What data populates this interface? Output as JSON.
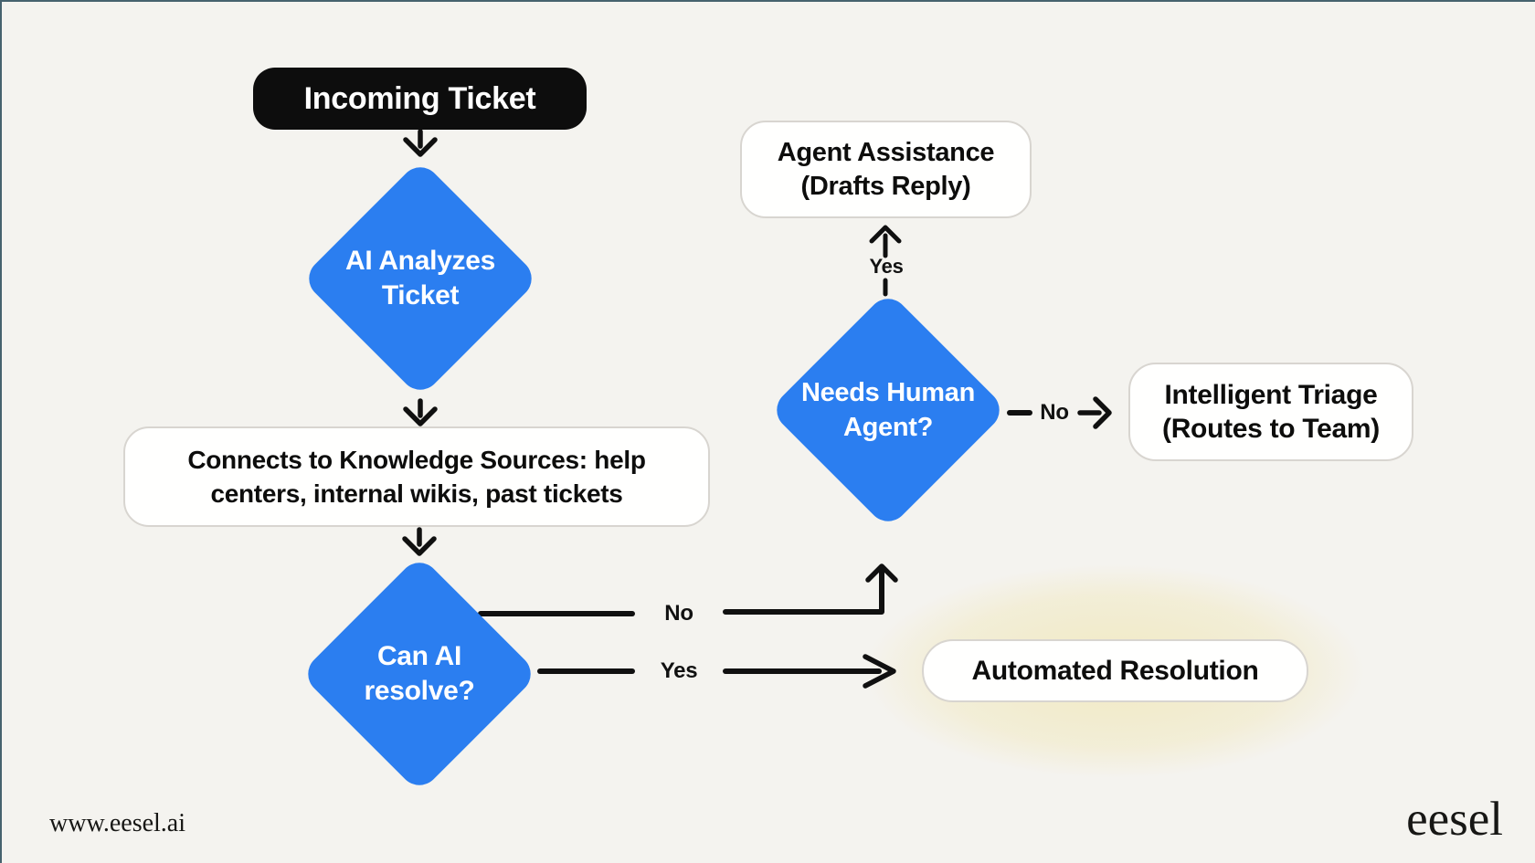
{
  "colors": {
    "background": "#f4f3ef",
    "node_blue": "#2b7ef0",
    "node_black": "#0d0d0d",
    "ink": "#101010",
    "box_border": "#d8d5d0",
    "frame_border": "#46626e",
    "highlight_glow": "#f0e4aa"
  },
  "nodes": {
    "incoming": {
      "label": "Incoming Ticket"
    },
    "analyze": {
      "line1": "AI Analyzes",
      "line2": "Ticket"
    },
    "knowledge": {
      "line1": "Connects to Knowledge Sources: help",
      "line2": "centers, internal wikis, past tickets"
    },
    "resolve": {
      "line1": "Can AI",
      "line2": "resolve?"
    },
    "needs_human": {
      "line1": "Needs Human",
      "line2": "Agent?"
    },
    "agent_assist": {
      "line1": "Agent Assistance",
      "line2": "(Drafts Reply)"
    },
    "triage": {
      "line1": "Intelligent Triage",
      "line2": "(Routes to Team)"
    },
    "automated": {
      "label": "Automated Resolution"
    }
  },
  "edges": {
    "resolve_no": {
      "label": "No"
    },
    "resolve_yes": {
      "label": "Yes"
    },
    "human_yes": {
      "label": "Yes"
    },
    "human_no": {
      "label": "No"
    }
  },
  "footer": {
    "site": "www.eesel.ai",
    "brand": "eesel"
  }
}
